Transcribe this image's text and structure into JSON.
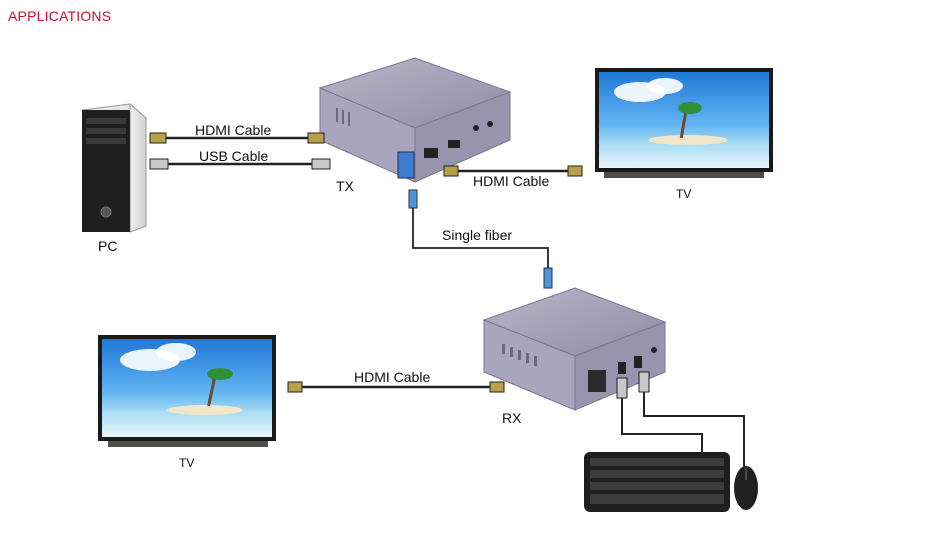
{
  "header": {
    "title": "APPLICATIONS"
  },
  "devices": {
    "pc": "PC",
    "tx": "TX",
    "rx": "RX",
    "tv_top": "TV",
    "tv_left": "TV"
  },
  "cables": {
    "hdmi_pc": "HDMI Cable",
    "usb_pc": "USB Cable",
    "hdmi_tx_tv": "HDMI Cable",
    "fiber": "Single fiber",
    "hdmi_rx_tv": "HDMI Cable"
  }
}
